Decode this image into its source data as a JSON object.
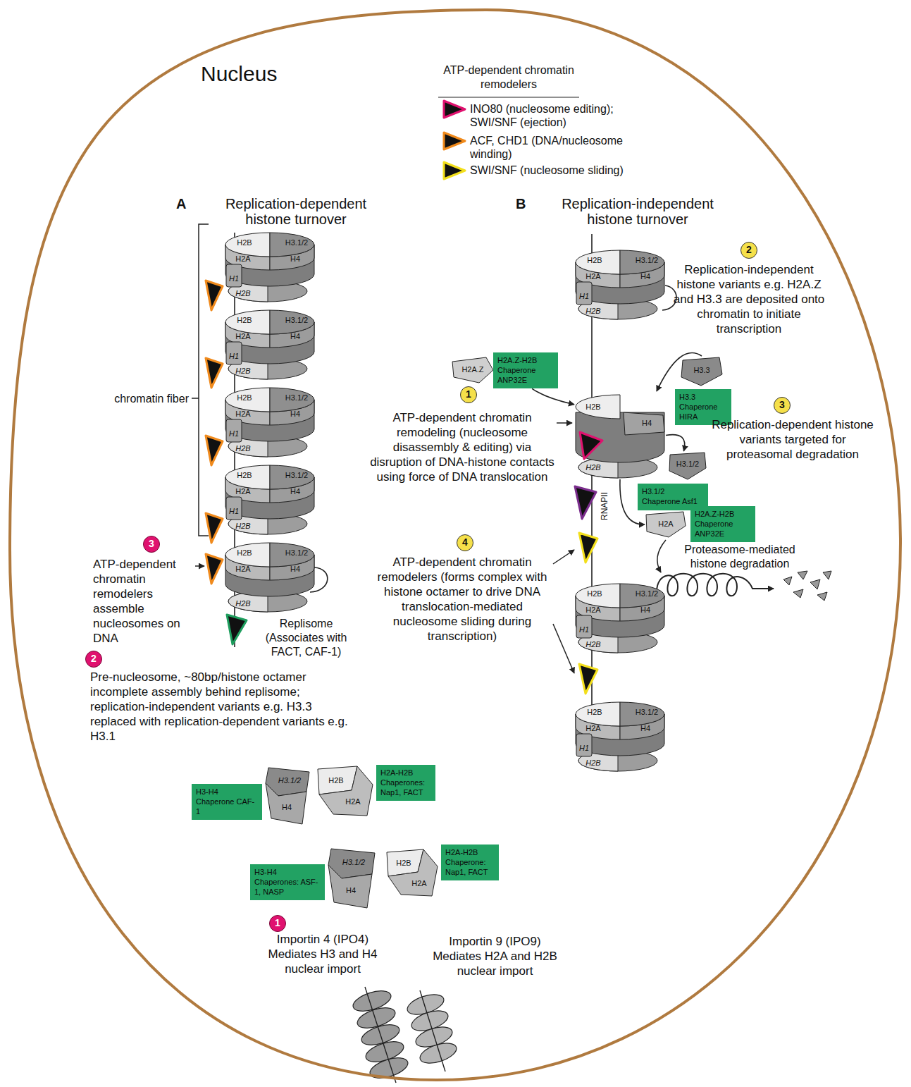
{
  "diagram": {
    "nodes": [
      {
        "text": [
          "Nucleus"
        ]
      },
      {
        "text": [
          "H2B",
          "H3.1/2",
          "H2A",
          "H4",
          "H1",
          "H2B"
        ],
        "in": 0
      },
      {
        "text": [
          "H2B",
          "H3.1/2",
          "H2A",
          "H4",
          "H1",
          "H2B"
        ],
        "in": 0
      },
      {
        "text": [
          "H2B",
          "H3.1/2",
          "H2A",
          "H4",
          "H1",
          "H2B"
        ],
        "in": 0
      },
      {
        "text": [
          "H2B",
          "H3.1/2",
          "H2A",
          "H4",
          "H1",
          "H2B"
        ],
        "in": 0
      },
      {
        "text": [
          "H2B",
          "H3.1/2",
          "H2A",
          "H4",
          "H2B"
        ],
        "in": 0
      },
      {
        "text": [
          "H2B",
          "H3.1/2",
          "H2A",
          "H4",
          "H1",
          "H2B"
        ],
        "in": 0
      },
      {
        "text": [
          "H2B",
          "H4",
          "H2B"
        ],
        "in": 0
      },
      {
        "text": [
          "H2B",
          "H3.1/2",
          "H2A",
          "H4",
          "H1",
          "H2B"
        ],
        "in": 0
      },
      {
        "text": [
          "H2B",
          "H3.1/2",
          "H2A",
          "H4",
          "H1",
          "H2B"
        ],
        "in": 0
      },
      {
        "text": [
          "H2A.Z"
        ],
        "in": 0
      },
      {
        "text": [
          "H2A.Z-H2B Chaperone ANP32E"
        ],
        "in": 0
      },
      {
        "text": [
          "H3.3"
        ],
        "in": 0
      },
      {
        "text": [
          "H3.3 Chaperone HIRA"
        ],
        "in": 0
      },
      {
        "text": [
          "H3.1/2"
        ],
        "in": 0
      },
      {
        "text": [
          "H3.1/2 Chaperone Asf1"
        ],
        "in": 0
      },
      {
        "text": [
          "H2A"
        ],
        "in": 0
      },
      {
        "text": [
          "H2A.Z-H2B Chaperone ANP32E"
        ],
        "in": 0
      },
      {
        "text": [
          "H3.1/2",
          "H4"
        ],
        "in": 0
      },
      {
        "text": [
          "H3-H4 Chaperone CAF-1"
        ],
        "in": 0
      },
      {
        "text": [
          "H2B",
          "H2A"
        ],
        "in": 0
      },
      {
        "text": [
          "H2A-H2B Chaperones: Nap1, FACT"
        ],
        "in": 0
      },
      {
        "text": [
          "H3.1/2",
          "H4"
        ],
        "in": 0
      },
      {
        "text": [
          "H3-H4 Chaperones: ASF-1, NASP"
        ],
        "in": 0
      },
      {
        "text": [
          "H2B",
          "H2A"
        ],
        "in": 0
      },
      {
        "text": [
          "H2A-H2B Chaperone: Nap1, FACT"
        ],
        "in": 0
      },
      {
        "text": [
          "2"
        ],
        "in": 0
      },
      {
        "text": [
          "1"
        ],
        "in": 0
      },
      {
        "text": [
          "3"
        ],
        "in": 0
      },
      {
        "text": [
          "4"
        ],
        "in": 0
      },
      {
        "text": [
          "3"
        ],
        "in": 0
      },
      {
        "text": [
          "2"
        ],
        "in": 0
      },
      {
        "text": [
          "1"
        ],
        "in": 0
      }
    ],
    "edges": [
      {
        "from": 11,
        "to": 7,
        "arrow": "to"
      },
      {
        "from": 12,
        "to": 7,
        "arrow": "to"
      },
      {
        "from": 7,
        "to": 14,
        "arrow": "to"
      },
      {
        "from": 7,
        "to": 16,
        "arrow": "to"
      }
    ],
    "labels": [
      "ATP-dependent chromatin remodelers",
      "A",
      "Replication-dependent histone turnover",
      "B",
      "Replication-independent histone turnover",
      "chromatin fiber",
      "ATP-dependent chromatin remodelers assemble nucleosomes on DNA",
      "Replisome (Associates with FACT, CAF-1)",
      "Pre-nucleosome, ~80bp/histone octamer incomplete assembly behind replisome; replication-independent variants e.g. H3.3 replaced with replication-dependent variants e.g. H3.1",
      "Importin 4 (IPO4) Mediates H3 and H4 nuclear import",
      "Importin 9 (IPO9) Mediates H2A and H2B nuclear import",
      "Replication-independent histone variants e.g. H2A.Z and H3.3 are deposited onto chromatin to initiate transcription",
      "Replication-dependent histone variants targeted for proteasomal degradation",
      "ATP-dependent chromatin remodeling (nucleosome disassembly & editing) via disruption of DNA-histone contacts using force of DNA translocation",
      "RNAPII",
      "Proteasome-mediated histone degradation",
      "ATP-dependent chromatin remodelers (forms complex with histone octamer to drive DNA translocation-mediated nucleosome sliding during transcription)"
    ],
    "legend": [
      {
        "text": "INO80 (nucleosome editing); SWI/SNF (ejection)"
      },
      {
        "text": "ACF, CHD1 (DNA/nucleosome winding)"
      },
      {
        "text": "SWI/SNF (nucleosome sliding)"
      }
    ]
  }
}
